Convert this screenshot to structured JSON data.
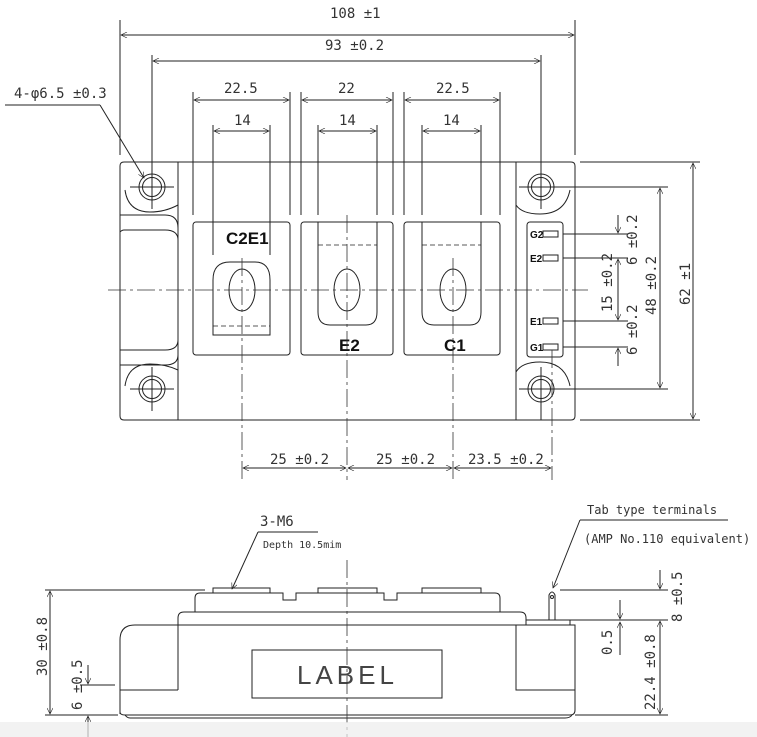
{
  "top_view": {
    "dims": {
      "overall_width": "108 ±1",
      "hole_pitch": "93 ±0.2",
      "hole_spec": "4-φ6.5 ±0.3",
      "block_widths": [
        "22.5",
        "22",
        "22.5"
      ],
      "terminal_widths": [
        "14",
        "14",
        "14"
      ],
      "overall_height": "62 ±1",
      "hole_pitch_vertical": "48 ±0.2",
      "gate_pitch_center": "15 ±0.2",
      "gate_pitch_top": "6 ±0.2",
      "gate_pitch_bottom": "6 ±0.2",
      "terminal_pitches": [
        "25 ±0.2",
        "25 ±0.2",
        "23.5 ±0.2"
      ]
    },
    "terminals": [
      "C2E1",
      "E2",
      "C1"
    ],
    "gate_terminals": [
      "G2",
      "E2",
      "E1",
      "G1"
    ]
  },
  "side_view": {
    "screw_note": "3-M6",
    "depth_note": "Depth 10.5mim",
    "tab_note": "Tab type terminals",
    "tab_note_sub": "(AMP No.110 equivalent)",
    "label": "LABEL",
    "dims": {
      "total_height": "30 ±0.8",
      "base_height": "6 ±0.5",
      "tab_height": "8 ±0.5",
      "tab_gap": "0.5",
      "body_height": "22.4 ±0.8"
    }
  }
}
